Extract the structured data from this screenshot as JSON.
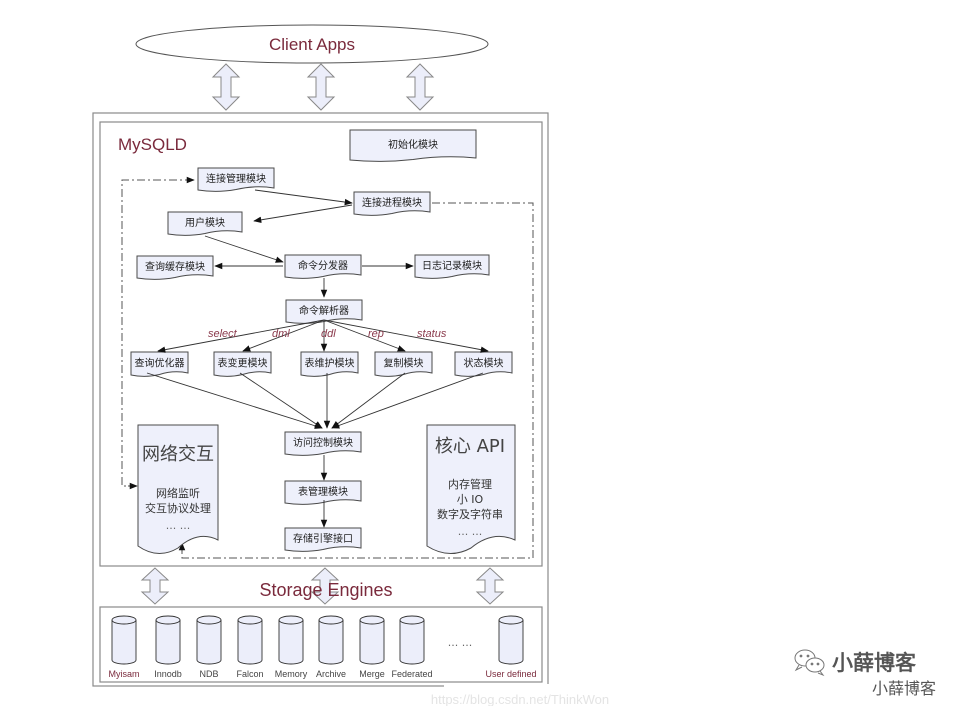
{
  "diagram": {
    "client_apps": "Client Apps",
    "mysqld_title": "MySQLD",
    "storage_engines_title": "Storage Engines",
    "modules": {
      "init": "初始化模块",
      "conn_mgmt": "连接管理模块",
      "conn_thread": "连接进程模块",
      "user": "用户模块",
      "query_cache": "查询缓存模块",
      "dispatcher": "命令分发器",
      "logging": "日志记录模块",
      "parser": "命令解析器",
      "optimizer": "查询优化器",
      "table_change": "表变更模块",
      "table_maint": "表维护模块",
      "replication": "复制模块",
      "status": "状态模块",
      "access_control": "访问控制模块",
      "table_mgmt": "表管理模块",
      "storage_iface": "存储引擎接口"
    },
    "edge_labels": {
      "select": "select",
      "dml": "dml",
      "ddl": "ddl",
      "rep": "rep",
      "status": "status"
    },
    "network": {
      "title": "网络交互",
      "lines": [
        "网络监听",
        "交互协议处理"
      ],
      "more": "... ..."
    },
    "core_api": {
      "title": "核心 API",
      "lines": [
        "内存管理",
        "小 IO",
        "数字及字符串"
      ],
      "more": "... ..."
    },
    "engines": [
      "Myisam",
      "Innodb",
      "NDB",
      "Falcon",
      "Memory",
      "Archive",
      "Merge",
      "Federated",
      "User defined"
    ],
    "engines_more": "... ...",
    "url_watermark": "https://blog.csdn.net/ThinkWon"
  },
  "watermark": {
    "account_name": "小薛博客",
    "account_sub": "小薛博客",
    "icon": "wechat-icon"
  }
}
